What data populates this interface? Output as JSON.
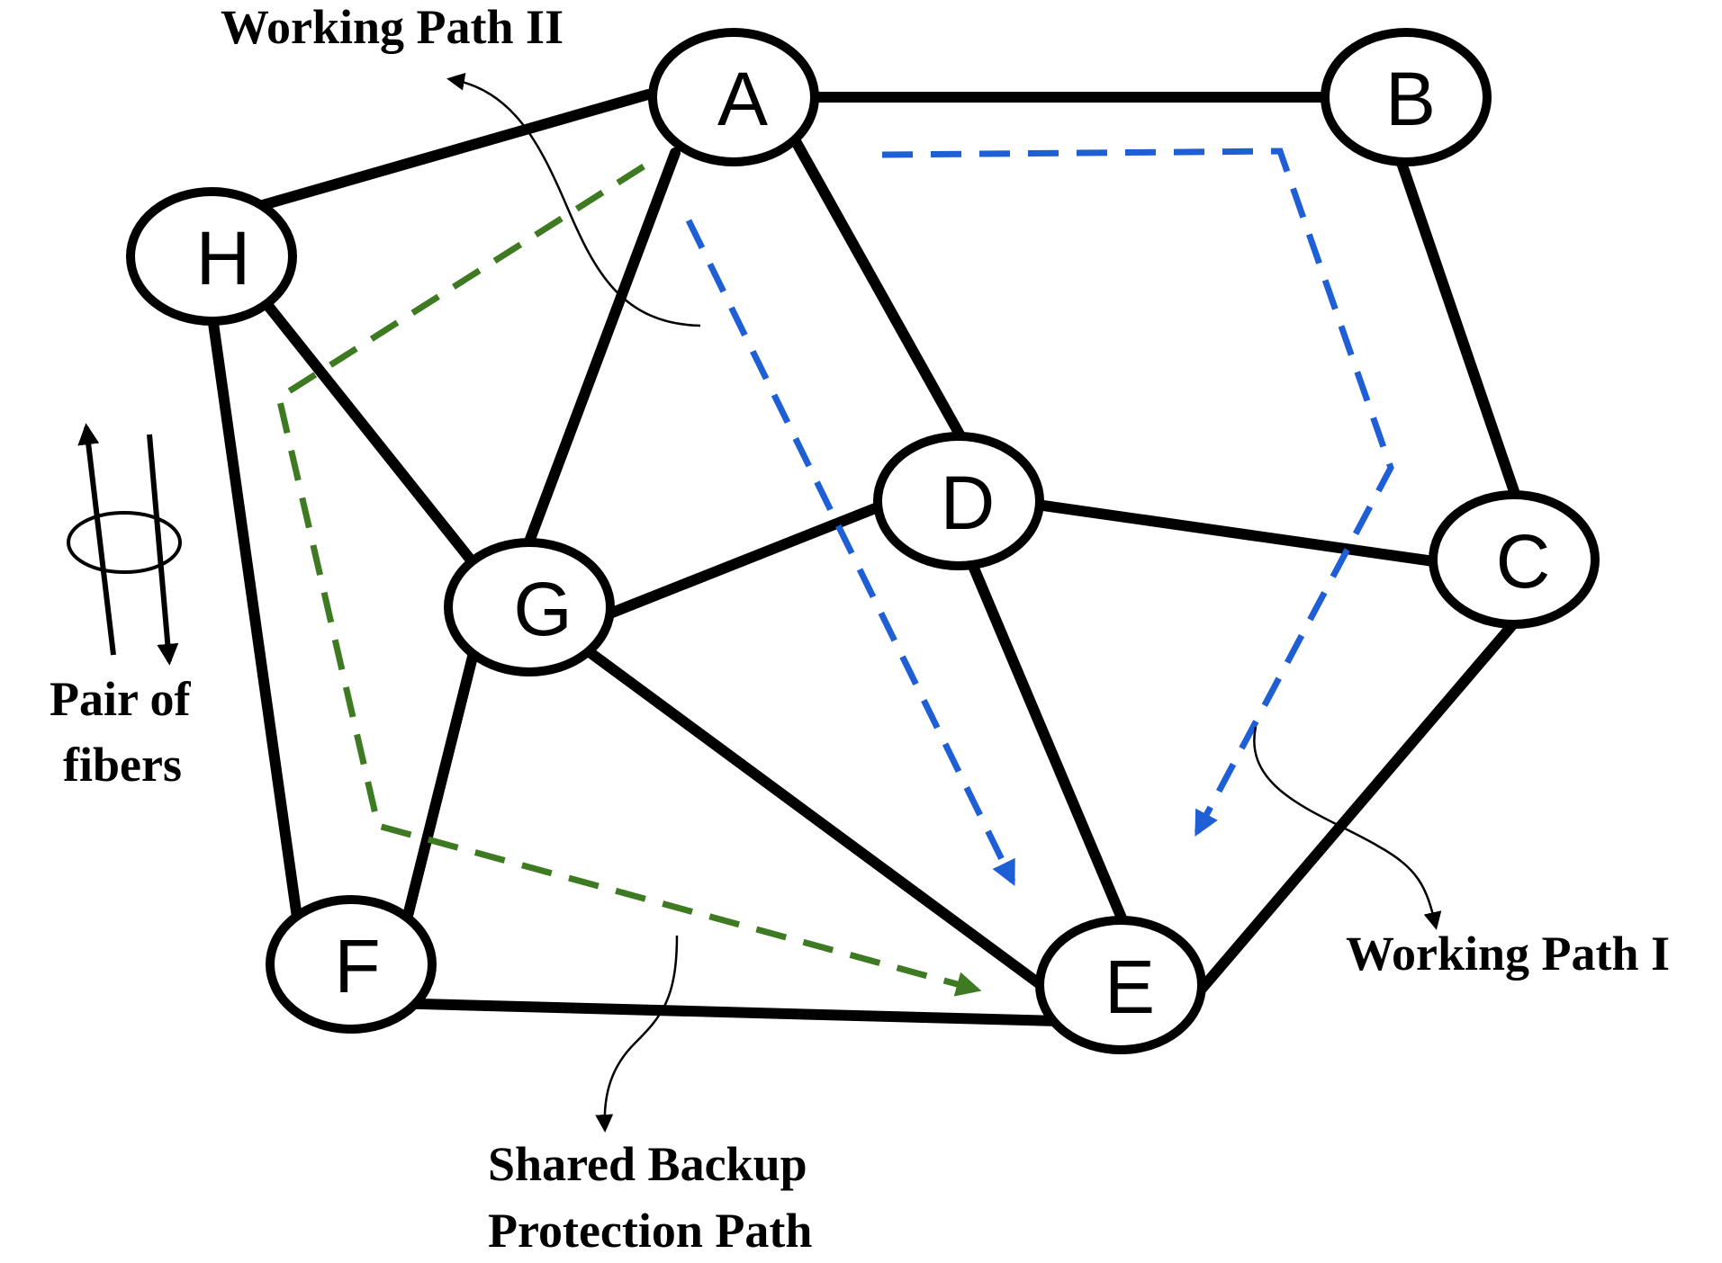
{
  "colors": {
    "working_path": "#1f5fd6",
    "backup_path": "#3e7a21",
    "link": "#000000"
  },
  "nodes": {
    "A": "A",
    "B": "B",
    "C": "C",
    "D": "D",
    "E": "E",
    "F": "F",
    "G": "G",
    "H": "H"
  },
  "links": [
    [
      "A",
      "B"
    ],
    [
      "A",
      "H"
    ],
    [
      "A",
      "G"
    ],
    [
      "A",
      "D"
    ],
    [
      "B",
      "C"
    ],
    [
      "H",
      "G"
    ],
    [
      "H",
      "F"
    ],
    [
      "D",
      "G"
    ],
    [
      "D",
      "C"
    ],
    [
      "D",
      "E"
    ],
    [
      "C",
      "E"
    ],
    [
      "G",
      "F"
    ],
    [
      "G",
      "E"
    ],
    [
      "F",
      "E"
    ]
  ],
  "labels": {
    "working_path_2": "Working Path II",
    "working_path_1": "Working Path I",
    "backup_line1": "Shared Backup",
    "backup_line2": "Protection Path",
    "fibers_line1": "Pair of",
    "fibers_line2": "fibers"
  }
}
